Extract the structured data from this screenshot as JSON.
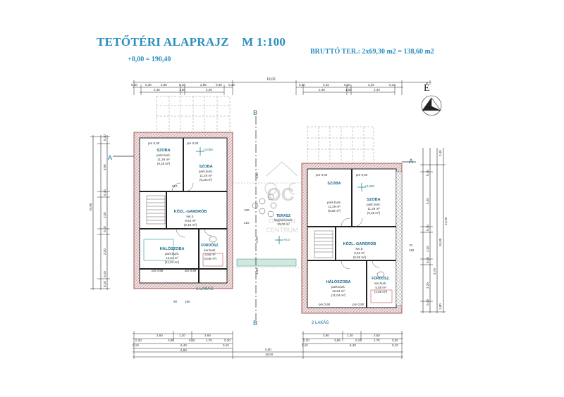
{
  "title": "TETŐTÉRI ALAPRAJZ",
  "scale": "M 1:100",
  "elevation": "+0,00 = 190,40",
  "gross_area": "BRUTTÓ TER.: 2x69,30 m2 = 138,60 m2",
  "north_label": "É",
  "section_labels": {
    "a_left": "A",
    "a_right": "A",
    "b_top": "B",
    "b_bottom": "B"
  },
  "apartment_1": {
    "name": "1 LAKÁS",
    "room1": {
      "name": "SZOBA",
      "finish": "park.burk.",
      "area": "11,26 m²",
      "net": "(9,28 m²)"
    },
    "room2": {
      "name": "SZOBA",
      "finish": "park.burk.",
      "area": "11,26 m²",
      "net": "(9,28 m²)"
    },
    "corridor": {
      "name": "KÖZL.-GARDRÓB",
      "finish": "ker.b.",
      "area": "9,53 m²",
      "net": "(9,18 m²)"
    },
    "bedroom": {
      "name": "HÁLÓSZOBA",
      "finish": "park.burk.",
      "area": "12,64 m²",
      "net": "(11,04 m²)"
    },
    "bath": {
      "name": "FÜRDŐSZ.",
      "finish": "ker.burk.",
      "area": "5,55 m²",
      "net": "(4,08 m²)"
    },
    "level": "+3,050",
    "pm1": "pm 0,00",
    "pm2": "pm 0,00",
    "pm3": "pm 0,90",
    "pm4": "pm 0,90"
  },
  "apartment_2": {
    "name": "2 LAKÁS",
    "room1": {
      "name": "SZOBA",
      "finish": "park.burk.",
      "area": "11,26 m²",
      "net": "(9,28 m²)"
    },
    "room2": {
      "name": "SZOBA",
      "finish": "park.burk.",
      "area": "11,26 m²",
      "net": "(9,28 m²)"
    },
    "corridor": {
      "name": "KÖZL.-GARDRÓB",
      "finish": "ker.b.",
      "area": "9,53 m²",
      "net": "(9,36 m²)"
    },
    "bedroom": {
      "name": "HÁLÓSZOBA",
      "finish": "park.burk.",
      "area": "12,64 m²",
      "net": "(11,04 m²)"
    },
    "bath": {
      "name": "FÜRDŐSZ.",
      "finish": "ker.burk.",
      "area": "5,55 m²",
      "net": "(4,08 m²)"
    },
    "level": "+3,050",
    "pm1": "pm 0,00",
    "pm2": "pm 0,00",
    "pm3": "pm 0,90",
    "pm4": "pm 0,90"
  },
  "terrace": {
    "name": "TERASZ",
    "finish": "fagyálló burk.",
    "area": "33,00 m²",
    "level": "+0,0"
  },
  "watermark": {
    "initials": "OC",
    "line1": "OTTHON",
    "line2": "CENTRUM"
  },
  "dims_top": {
    "overall": "19,00",
    "left_row1": [
      "0,10",
      "0,30",
      "2,85",
      "0,10",
      "2,85",
      "0,30",
      "0,10"
    ],
    "left_row2": [
      "2,45",
      "1,50",
      "2,45"
    ],
    "right_row1": [
      "0,10",
      "3,15",
      "0,10",
      "3,15",
      "0,10"
    ],
    "right_row2": [
      "2,45",
      "1,50",
      "2,40"
    ]
  },
  "dims_bottom": {
    "left_row1": [
      "2,60",
      "1,20",
      "2,60"
    ],
    "left_row2": [
      "0,30",
      "3,95",
      "0,10",
      "1,75",
      "0,30"
    ],
    "left_row3": [
      "0,10",
      "6,40",
      "0,10"
    ],
    "left_total": "6,60",
    "right_row1": [
      "2,60",
      "1,20",
      "2,60"
    ],
    "right_row2": [
      "0,30",
      "3,95",
      "0,10",
      "1,75",
      "0,30"
    ],
    "right_row3": [
      "0,10",
      "6,40",
      "0,10"
    ],
    "middle": "5,80",
    "overall": "19,00"
  },
  "dims_left": [
    "0,10",
    "3,95",
    "0,10",
    "10,90",
    "0,10",
    "2,35",
    "0,10",
    "3,20",
    "0,10"
  ],
  "dims_right": [
    "2,40",
    "0,10",
    "5,45",
    "0,10",
    "2,35",
    "0,10",
    "3,70",
    "0,10",
    "3,20",
    "12,90",
    "10,80",
    "1,80"
  ],
  "misc_labels": {
    "l1": "100",
    "l2": "210",
    "l3": "90",
    "l4": "210",
    "l5": "70",
    "l6": "118",
    "l7": "150",
    "l8": "1,40",
    "l9": "2,70",
    "l10": "1,40"
  }
}
